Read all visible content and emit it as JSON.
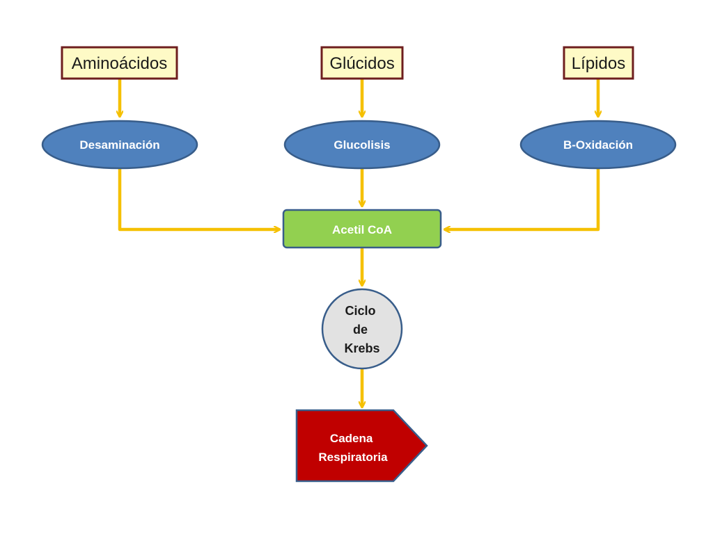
{
  "sources": [
    {
      "id": "aminoacidos",
      "label": "Aminoácidos"
    },
    {
      "id": "glucidos",
      "label": "Glúcidos"
    },
    {
      "id": "lipidos",
      "label": "Lípidos"
    }
  ],
  "processes": [
    {
      "id": "desaminacion",
      "label": "Desaminación"
    },
    {
      "id": "glucolisis",
      "label": "Glucolisis"
    },
    {
      "id": "b-oxidacion",
      "label": "B-Oxidación"
    }
  ],
  "acetil": {
    "label": "Acetil CoA"
  },
  "krebs": {
    "lines": [
      "Ciclo",
      "de",
      "Krebs"
    ]
  },
  "cadena": {
    "lines": [
      "Cadena",
      "Respiratoria"
    ]
  },
  "edges": [
    {
      "from": "aminoacidos",
      "to": "desaminacion"
    },
    {
      "from": "glucidos",
      "to": "glucolisis"
    },
    {
      "from": "lipidos",
      "to": "b-oxidacion"
    },
    {
      "from": "desaminacion",
      "to": "acetil-coa"
    },
    {
      "from": "glucolisis",
      "to": "acetil-coa"
    },
    {
      "from": "b-oxidacion",
      "to": "acetil-coa"
    },
    {
      "from": "acetil-coa",
      "to": "ciclo-de-krebs"
    },
    {
      "from": "ciclo-de-krebs",
      "to": "cadena-respiratoria"
    }
  ],
  "colors": {
    "source_fill": "#fefac6",
    "source_border": "#6e1e1e",
    "process_fill": "#4f81bd",
    "process_border": "#385d8a",
    "acetil_fill": "#92d050",
    "acetil_border": "#385d8a",
    "krebs_fill": "#e2e2e2",
    "krebs_border": "#385d8a",
    "cadena_fill": "#c00000",
    "cadena_border": "#385d8a",
    "arrow": "#f5c000"
  }
}
